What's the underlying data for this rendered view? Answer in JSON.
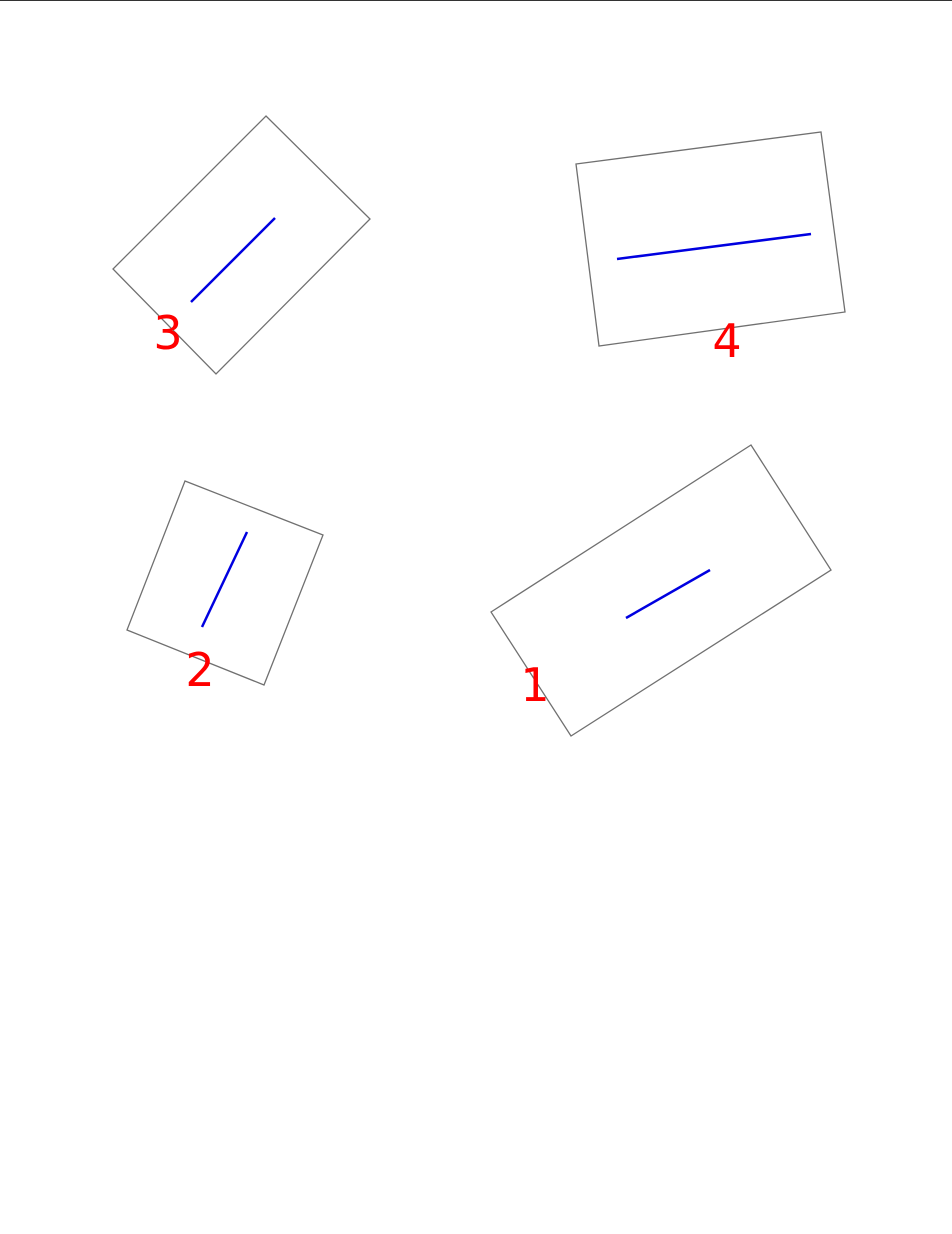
{
  "colors": {
    "box_stroke": "#707070",
    "line_stroke": "#0000e0",
    "label_fill": "#ff0000",
    "background": "#ffffff"
  },
  "regions": [
    {
      "label": "1"
    },
    {
      "label": "2"
    },
    {
      "label": "3"
    },
    {
      "label": "4"
    }
  ]
}
